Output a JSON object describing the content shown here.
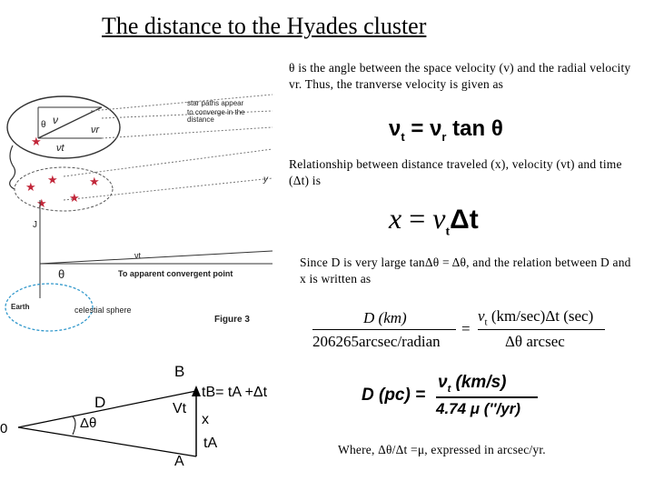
{
  "title": "The distance to the Hyades cluster",
  "para1": "θ is the angle between the space velocity (v) and the radial velocity vr. Thus, the tranverse velocity is given as",
  "eq1": {
    "lhs": "ν",
    "lhs_sub": "t",
    "eq": " = ",
    "r1": "ν",
    "r1_sub": "r",
    "tail": " tan θ"
  },
  "para2": "Relationship between distance traveled (x), velocity (vt) and time (Δt) is",
  "eq2": {
    "lhs": "x",
    "eq": " = ",
    "v": "ν",
    "v_sub": "t",
    "dt": "Δt"
  },
  "para3": "Since D is very large tanΔθ = Δθ, and the relation between D and x is written as",
  "eq3": {
    "lnum": "D (km)",
    "lden": "206265arcsec/radian",
    "eq": "=",
    "rnum_v": "ν",
    "rnum_sub": "t",
    "rnum_rest": " (km/sec)Δt (sec)",
    "rden": "Δθ arcsec"
  },
  "eq4": {
    "lhs": "D (pc) =",
    "num_v": "ν",
    "num_sub": "t",
    "num_rest": " (km/s)",
    "den": "4.74 μ  (''/yr)"
  },
  "para4": "Where, Δθ/Δt =μ, expressed in arcsec/yr.",
  "figure": {
    "labels": {
      "star_paths": "star paths appear",
      "converging1": "to converge in the",
      "converging2": "distance",
      "to_apparent": "To apparent convergent point",
      "earth": "Earth",
      "celestial": "celestial sphere",
      "figure": "Figure 3",
      "theta": "θ",
      "v": "ν",
      "vr": "νr",
      "vt": "νt",
      "vt2": "νt",
      "y": "y",
      "j": "J"
    }
  },
  "diagram": {
    "B": "B",
    "D": "D",
    "O": "0",
    "dtheta": "Δθ",
    "Vt": "Vt",
    "x": "x",
    "tB": "tB= tA +Δt",
    "tA": "tA",
    "A": "A"
  }
}
